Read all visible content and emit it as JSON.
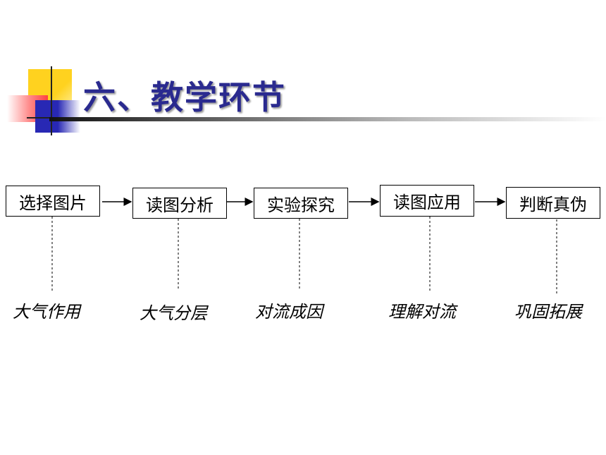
{
  "slide": {
    "title": "六、教学环节"
  },
  "steps": [
    {
      "label": "选择图片",
      "topic": "大气作用"
    },
    {
      "label": "读图分析",
      "topic": "大气分层"
    },
    {
      "label": "实验探究",
      "topic": "对流成因"
    },
    {
      "label": "读图应用",
      "topic": "理解对流"
    },
    {
      "label": "判断真伪",
      "topic": "巩固拓展"
    }
  ],
  "colors": {
    "title": "#2a2a8f",
    "accent_yellow": "#ffd21f",
    "accent_red": "#ff5a5a",
    "accent_blue": "#2828b4"
  }
}
